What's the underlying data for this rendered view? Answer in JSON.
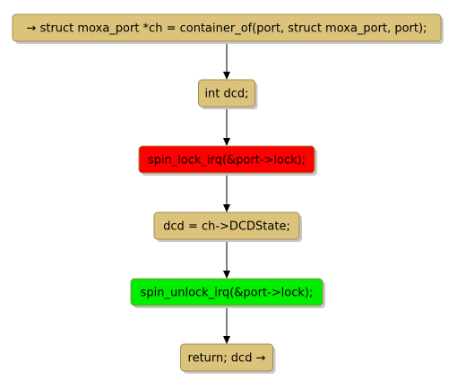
{
  "flowchart": {
    "nodes": [
      {
        "id": "n1",
        "label": "→ struct moxa_port *ch = container_of(port, struct moxa_port, port);",
        "fill": "#dcc37b"
      },
      {
        "id": "n2",
        "label": "int dcd;",
        "fill": "#dcc37b"
      },
      {
        "id": "n3",
        "label": "spin_lock_irq(&port->lock);",
        "fill": "#ff0000"
      },
      {
        "id": "n4",
        "label": "dcd = ch->DCDState;",
        "fill": "#dcc37b"
      },
      {
        "id": "n5",
        "label": "spin_unlock_irq(&port->lock);",
        "fill": "#00ee00"
      },
      {
        "id": "n6",
        "label": "return; dcd →",
        "fill": "#dcc37b"
      }
    ],
    "edges": [
      {
        "from": "n1",
        "to": "n2"
      },
      {
        "from": "n2",
        "to": "n3"
      },
      {
        "from": "n3",
        "to": "n4"
      },
      {
        "from": "n4",
        "to": "n5"
      },
      {
        "from": "n5",
        "to": "n6"
      }
    ],
    "colors": {
      "border": "#a08c4e",
      "shadow": "#c8c8c8",
      "edge": "#000000"
    }
  }
}
